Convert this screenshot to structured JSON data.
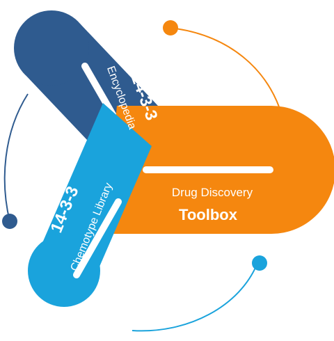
{
  "encyclopedia": {
    "number": "14-3-3",
    "name": "Encyclopedia",
    "color": "#2f5b8f"
  },
  "chemotype_library": {
    "number": "14-3-3",
    "name": "Chemotype Library",
    "color": "#1aa3dc"
  },
  "toolbox": {
    "line1": "Drug Discovery",
    "line2": "Toolbox",
    "color": "#f5870f"
  },
  "accents": {
    "orbit_color": "#f5870f",
    "dot_orange": "#f5870f",
    "dot_navy": "#2f5b8f",
    "dot_cyan": "#1aa3dc",
    "highlight": "#ffffff"
  }
}
